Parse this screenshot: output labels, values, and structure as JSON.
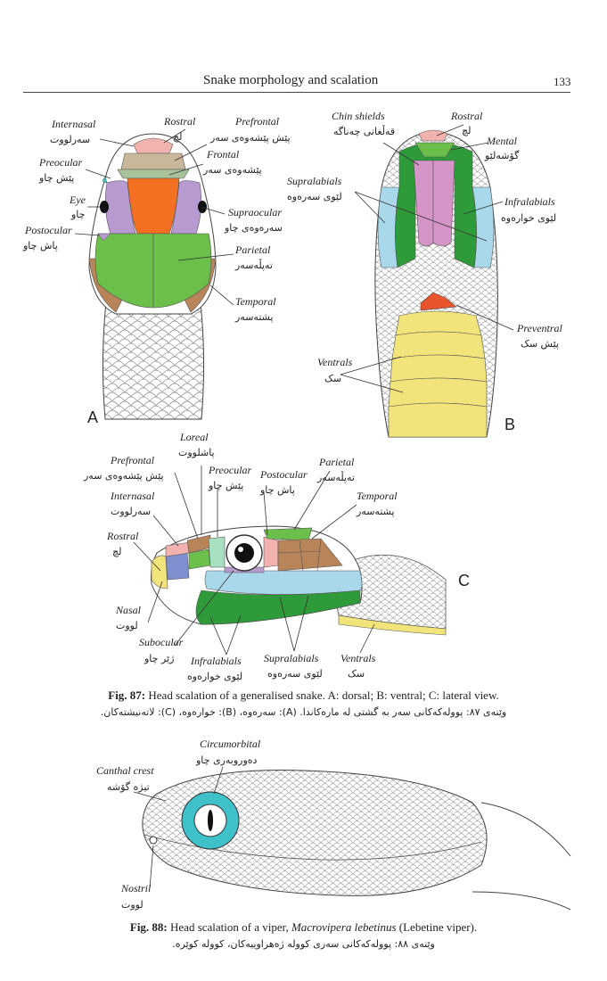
{
  "header": {
    "running_title": "Snake morphology and scalation",
    "page_number": "133"
  },
  "colors": {
    "green": "#6dbf4b",
    "dark_green": "#2e9a3a",
    "orange": "#f36f21",
    "violet": "#b79ad0",
    "brown": "#b8845a",
    "pink": "#f2b3b0",
    "tan": "#c9b79a",
    "sky": "#a8d8ea",
    "mauve": "#d595c6",
    "yellow": "#f1e47a",
    "red": "#e8542b",
    "cyan": "#3fc1c9"
  },
  "fig_a": {
    "panel": "A",
    "internasal": "Internasal",
    "internasal_ku": "سەرلووت",
    "rostral": "Rostral",
    "rostral_ku": "لچ",
    "prefrontal": "Prefrontal",
    "prefrontal_ku": "پێش پێشەوەی سەر",
    "frontal": "Frontal",
    "frontal_ku": "پێشەوەی سەر",
    "preocular": "Preocular",
    "preocular_ku": "پێش چاو",
    "eye": "Eye",
    "eye_ku": "چاو",
    "supraocular": "Supraocular",
    "supraocular_ku": "سەرەوەی چاو",
    "postocular": "Postocular",
    "postocular_ku": "پاش چاو",
    "parietal": "Parietal",
    "parietal_ku": "تەپڵەسەر",
    "temporal": "Temporal",
    "temporal_ku": "پشتەسەر"
  },
  "fig_b": {
    "panel": "B",
    "chin_shields": "Chin shields",
    "chin_shields_ku": "قەڵغانی چەناگە",
    "rostral": "Rostral",
    "rostral_ku": "لچ",
    "mental": "Mental",
    "mental_ku": "گۆشەلێو",
    "supralabials": "Supralabials",
    "supralabials_ku": "لێوی سەرەوە",
    "infralabials": "Infralabials",
    "infralabials_ku": "لێوی خوارەوە",
    "preventral": "Preventral",
    "preventral_ku": "پێش سک",
    "ventrals": "Ventrals",
    "ventrals_ku": "سک"
  },
  "fig_c": {
    "panel": "C",
    "loreal": "Loreal",
    "loreal_ku": "پاشلووت",
    "prefrontal": "Prefrontal",
    "prefrontal_ku": "پێش پێشەوەی سەر",
    "preocular": "Preocular",
    "preocular_ku": "پێش چاو",
    "postocular": "Postocular",
    "postocular_ku": "پاش چاو",
    "parietal": "Parietal",
    "parietal_ku": "تەپڵەسەر",
    "internasal": "Internasal",
    "internasal_ku": "سەرلووت",
    "temporal": "Temporal",
    "temporal_ku": "پشتەسەر",
    "rostral": "Rostral",
    "rostral_ku": "لچ",
    "nasal": "Nasal",
    "nasal_ku": "لووت",
    "subocular": "Subocular",
    "subocular_ku": "ژێر چاو",
    "infralabials": "Infralabials",
    "infralabials_ku": "لێوی خوارەوە",
    "supralabials": "Supralabials",
    "supralabials_ku": "لێوی سەرەوە",
    "ventrals": "Ventrals",
    "ventrals_ku": "سک"
  },
  "caption87": {
    "label": "Fig. 87:",
    "text": " Head scalation of a generalised snake. A: dorsal; B: ventral; C: lateral view.",
    "ku": "وێنەی ٨٧: پوولەکەکانی سەر بە گشتی لە مارەکاندا. (A): سەرەوە، (B): خوارەوە، (C): لاتەنیشتەکان."
  },
  "fig88": {
    "circumorbital": "Circumorbital",
    "circumorbital_ku": "دەوروبەری چاو",
    "canthal_crest": "Canthal crest",
    "canthal_crest_ku": "تیژە گۆشە",
    "nostril": "Nostril",
    "nostril_ku": "لووت"
  },
  "caption88": {
    "label": "Fig. 88:",
    "text_before": " Head scalation of a viper, ",
    "species": "Macrovipera lebetinus",
    "text_after": " (Lebetine viper).",
    "ku": "وێنەی ٨٨: پوولەکەکانی سەری کوولە ژەهراوییەکان، کوولە کوێرە."
  }
}
